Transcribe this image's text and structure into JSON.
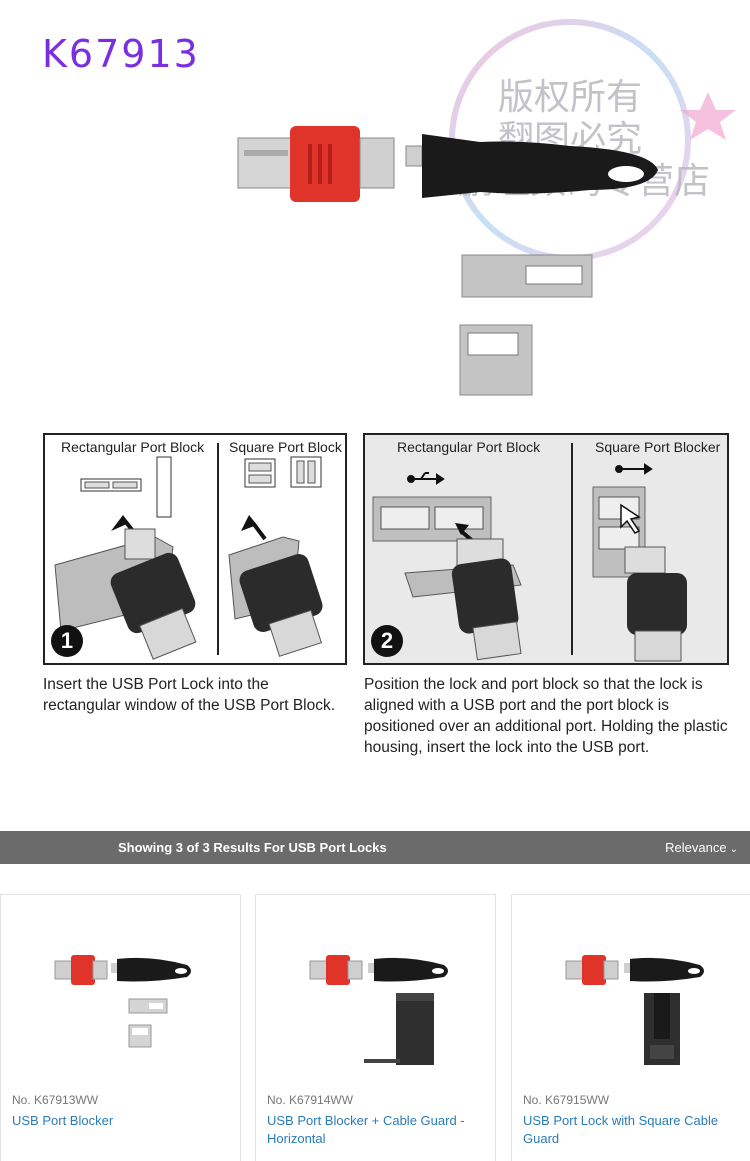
{
  "product": {
    "model": "K67913",
    "watermark": [
      "版权所有",
      "翻图必究",
      "鹏瞳数码专营店"
    ]
  },
  "instructions": {
    "panel1": {
      "step": "1",
      "label_left": "Rectangular Port Block",
      "label_right": "Square Port Block",
      "caption": "Insert the USB Port Lock into the rectangular window of the USB Port Block."
    },
    "panel2": {
      "step": "2",
      "label_left": "Rectangular Port Block",
      "label_right": "Square Port Blocker",
      "caption": "Position the lock and port block so that the lock is aligned with a USB port and the port block is positioned over an additional port. Holding the plastic housing, insert the lock into the USB port."
    }
  },
  "results": {
    "summary": "Showing 3 of 3 Results For USB Port Locks",
    "sort_label": "Relevance",
    "items": [
      {
        "sku": "No. K67913WW",
        "name": "USB Port Blocker"
      },
      {
        "sku": "No. K67914WW",
        "name": "USB Port Blocker + Cable Guard - Horizontal"
      },
      {
        "sku": "No. K67915WW",
        "name": "USB Port Lock with Square Cable Guard"
      }
    ]
  },
  "colors": {
    "title": "#7a2ee0",
    "lock_red": "#e0342a",
    "link": "#2a7bb8",
    "bar": "#6b6b6b"
  },
  "icons": [
    "chevron-down-icon",
    "usb-icon",
    "arrow-icon"
  ]
}
